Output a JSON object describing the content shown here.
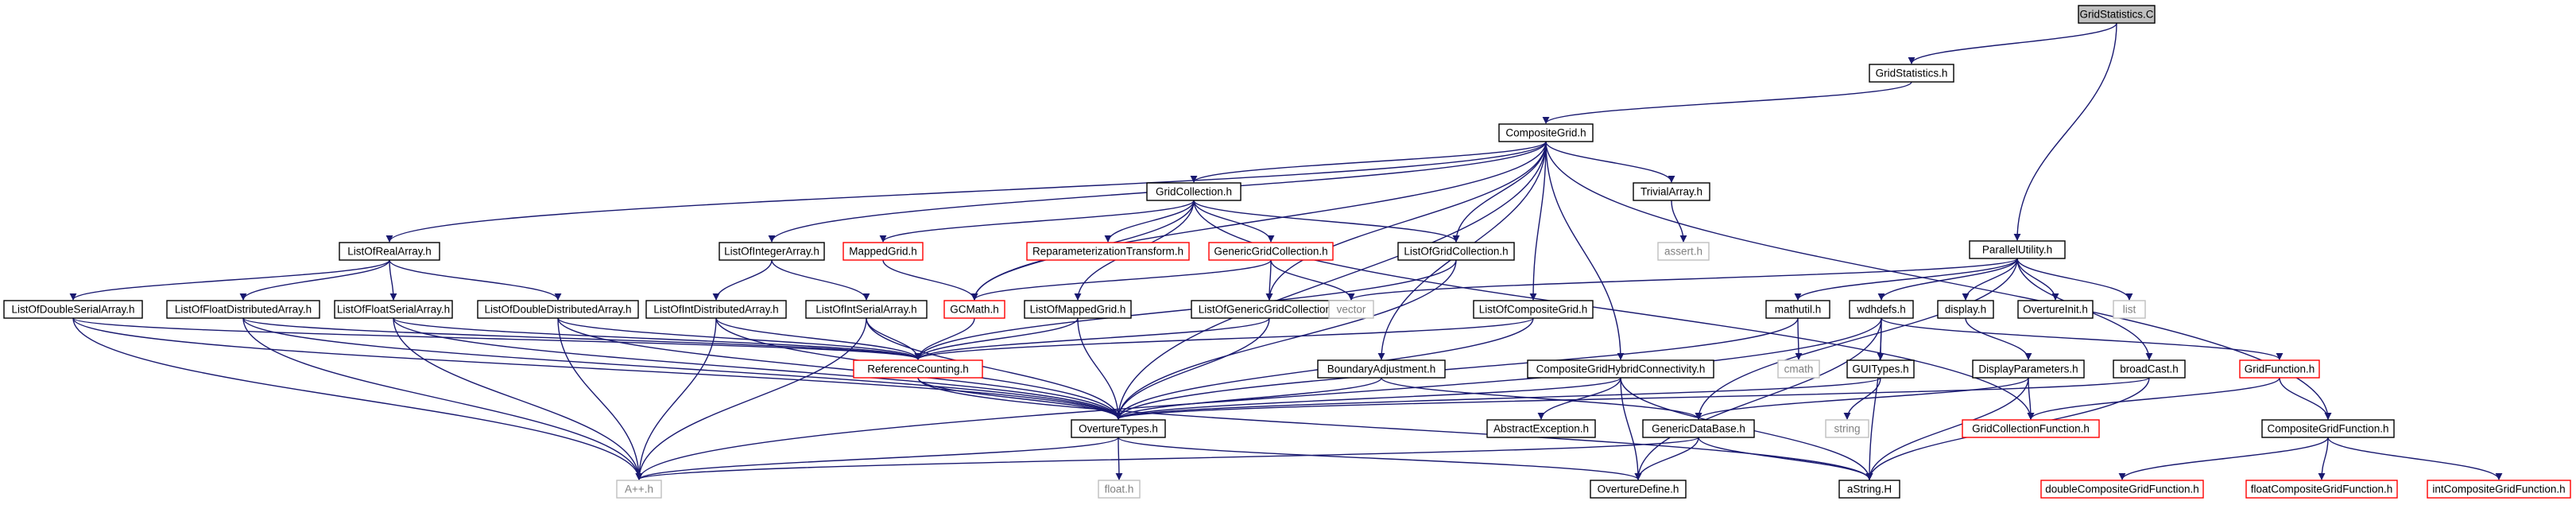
{
  "colors": {
    "edge": "#191970",
    "root_fill": "#bfbfbf",
    "node_stroke_normal": "#000000",
    "node_stroke_truncated": "#ff0000",
    "node_stroke_external": "#bfbfbf",
    "text_normal": "#000000",
    "text_external": "#808080"
  },
  "nodes": [
    {
      "id": "root",
      "label": "GridStatistics.C",
      "kind": "root"
    },
    {
      "id": "gs_h",
      "label": "GridStatistics.h",
      "kind": "normal"
    },
    {
      "id": "cg_h",
      "label": "CompositeGrid.h",
      "kind": "normal"
    },
    {
      "id": "pu_h",
      "label": "ParallelUtility.h",
      "kind": "normal"
    },
    {
      "id": "gc_h",
      "label": "GridCollection.h",
      "kind": "normal"
    },
    {
      "id": "ta_h",
      "label": "TrivialArray.h",
      "kind": "normal"
    },
    {
      "id": "assert_h",
      "label": "assert.h",
      "kind": "external"
    },
    {
      "id": "lora_h",
      "label": "ListOfRealArray.h",
      "kind": "normal"
    },
    {
      "id": "loia_h",
      "label": "ListOfIntegerArray.h",
      "kind": "normal"
    },
    {
      "id": "mg_h",
      "label": "MappedGrid.h",
      "kind": "truncated"
    },
    {
      "id": "rt_h",
      "label": "ReparameterizationTransform.h",
      "kind": "truncated"
    },
    {
      "id": "ggc_h",
      "label": "GenericGridCollection.h",
      "kind": "truncated"
    },
    {
      "id": "logc_h",
      "label": "ListOfGridCollection.h",
      "kind": "normal"
    },
    {
      "id": "lodsa_h",
      "label": "ListOfDoubleSerialArray.h",
      "kind": "normal"
    },
    {
      "id": "lofda_h",
      "label": "ListOfFloatDistributedArray.h",
      "kind": "normal"
    },
    {
      "id": "lofsa_h",
      "label": "ListOfFloatSerialArray.h",
      "kind": "normal"
    },
    {
      "id": "lodda_h",
      "label": "ListOfDoubleDistributedArray.h",
      "kind": "normal"
    },
    {
      "id": "loida_h",
      "label": "ListOfIntDistributedArray.h",
      "kind": "normal"
    },
    {
      "id": "loisa_h",
      "label": "ListOfIntSerialArray.h",
      "kind": "normal"
    },
    {
      "id": "gcmath_h",
      "label": "GCMath.h",
      "kind": "truncated"
    },
    {
      "id": "lomg_h",
      "label": "ListOfMappedGrid.h",
      "kind": "normal"
    },
    {
      "id": "loggc_h",
      "label": "ListOfGenericGridCollection.h",
      "kind": "normal"
    },
    {
      "id": "vector",
      "label": "vector",
      "kind": "external"
    },
    {
      "id": "locg_h",
      "label": "ListOfCompositeGrid.h",
      "kind": "normal"
    },
    {
      "id": "mathutil_h",
      "label": "mathutil.h",
      "kind": "normal"
    },
    {
      "id": "wdhdefs_h",
      "label": "wdhdefs.h",
      "kind": "normal"
    },
    {
      "id": "display_h",
      "label": "display.h",
      "kind": "normal"
    },
    {
      "id": "oi_h",
      "label": "OvertureInit.h",
      "kind": "normal"
    },
    {
      "id": "list",
      "label": "list",
      "kind": "external"
    },
    {
      "id": "rc_h",
      "label": "ReferenceCounting.h",
      "kind": "truncated"
    },
    {
      "id": "ba_h",
      "label": "BoundaryAdjustment.h",
      "kind": "normal"
    },
    {
      "id": "cghc_h",
      "label": "CompositeGridHybridConnectivity.h",
      "kind": "normal"
    },
    {
      "id": "cmath",
      "label": "cmath",
      "kind": "external"
    },
    {
      "id": "guit_h",
      "label": "GUITypes.h",
      "kind": "normal"
    },
    {
      "id": "dp_h",
      "label": "DisplayParameters.h",
      "kind": "normal"
    },
    {
      "id": "bc_h",
      "label": "broadCast.h",
      "kind": "normal"
    },
    {
      "id": "gf_h",
      "label": "GridFunction.h",
      "kind": "truncated"
    },
    {
      "id": "ot_h",
      "label": "OvertureTypes.h",
      "kind": "normal"
    },
    {
      "id": "ae_h",
      "label": "AbstractException.h",
      "kind": "normal"
    },
    {
      "id": "gdb_h",
      "label": "GenericDataBase.h",
      "kind": "normal"
    },
    {
      "id": "string",
      "label": "string",
      "kind": "external"
    },
    {
      "id": "gcf_h",
      "label": "GridCollectionFunction.h",
      "kind": "truncated"
    },
    {
      "id": "cgf_h",
      "label": "CompositeGridFunction.h",
      "kind": "normal"
    },
    {
      "id": "app_h",
      "label": "A++.h",
      "kind": "external"
    },
    {
      "id": "float_h",
      "label": "float.h",
      "kind": "external"
    },
    {
      "id": "od_h",
      "label": "OvertureDefine.h",
      "kind": "normal"
    },
    {
      "id": "astring_h",
      "label": "aString.H",
      "kind": "normal"
    },
    {
      "id": "dcgf_h",
      "label": "doubleCompositeGridFunction.h",
      "kind": "truncated"
    },
    {
      "id": "fcgf_h",
      "label": "floatCompositeGridFunction.h",
      "kind": "truncated"
    },
    {
      "id": "icgf_h",
      "label": "intCompositeGridFunction.h",
      "kind": "truncated"
    }
  ],
  "edges": [
    [
      "root",
      "gs_h"
    ],
    [
      "root",
      "pu_h"
    ],
    [
      "gs_h",
      "cg_h"
    ],
    [
      "cg_h",
      "gc_h"
    ],
    [
      "cg_h",
      "ta_h"
    ],
    [
      "cg_h",
      "lora_h"
    ],
    [
      "cg_h",
      "loia_h"
    ],
    [
      "cg_h",
      "logc_h"
    ],
    [
      "cg_h",
      "loggc_h"
    ],
    [
      "cg_h",
      "locg_h"
    ],
    [
      "cg_h",
      "ba_h"
    ],
    [
      "cg_h",
      "cghc_h"
    ],
    [
      "cg_h",
      "cgf_h"
    ],
    [
      "cg_h",
      "gcmath_h"
    ],
    [
      "cg_h",
      "ot_h"
    ],
    [
      "ta_h",
      "assert_h"
    ],
    [
      "gc_h",
      "mg_h"
    ],
    [
      "gc_h",
      "rt_h"
    ],
    [
      "gc_h",
      "ggc_h"
    ],
    [
      "gc_h",
      "logc_h"
    ],
    [
      "gc_h",
      "gcmath_h"
    ],
    [
      "gc_h",
      "lomg_h"
    ],
    [
      "gc_h",
      "gcf_h"
    ],
    [
      "mg_h",
      "gcmath_h"
    ],
    [
      "ggc_h",
      "gcmath_h"
    ],
    [
      "ggc_h",
      "loggc_h"
    ],
    [
      "ggc_h",
      "vector"
    ],
    [
      "logc_h",
      "ot_h"
    ],
    [
      "logc_h",
      "rc_h"
    ],
    [
      "lora_h",
      "lodsa_h"
    ],
    [
      "lora_h",
      "lofda_h"
    ],
    [
      "lora_h",
      "lofsa_h"
    ],
    [
      "lora_h",
      "lodda_h"
    ],
    [
      "loia_h",
      "loida_h"
    ],
    [
      "loia_h",
      "loisa_h"
    ],
    [
      "lodsa_h",
      "rc_h"
    ],
    [
      "lodsa_h",
      "ot_h"
    ],
    [
      "lodsa_h",
      "app_h"
    ],
    [
      "lofda_h",
      "rc_h"
    ],
    [
      "lofda_h",
      "ot_h"
    ],
    [
      "lofda_h",
      "app_h"
    ],
    [
      "lofsa_h",
      "rc_h"
    ],
    [
      "lofsa_h",
      "ot_h"
    ],
    [
      "lofsa_h",
      "app_h"
    ],
    [
      "lodda_h",
      "rc_h"
    ],
    [
      "lodda_h",
      "ot_h"
    ],
    [
      "lodda_h",
      "app_h"
    ],
    [
      "loida_h",
      "rc_h"
    ],
    [
      "loida_h",
      "ot_h"
    ],
    [
      "loida_h",
      "app_h"
    ],
    [
      "loisa_h",
      "rc_h"
    ],
    [
      "loisa_h",
      "ot_h"
    ],
    [
      "loisa_h",
      "app_h"
    ],
    [
      "gcmath_h",
      "rc_h"
    ],
    [
      "lomg_h",
      "ot_h"
    ],
    [
      "lomg_h",
      "rc_h"
    ],
    [
      "loggc_h",
      "ot_h"
    ],
    [
      "loggc_h",
      "rc_h"
    ],
    [
      "locg_h",
      "ot_h"
    ],
    [
      "locg_h",
      "rc_h"
    ],
    [
      "pu_h",
      "vector"
    ],
    [
      "pu_h",
      "mathutil_h"
    ],
    [
      "pu_h",
      "wdhdefs_h"
    ],
    [
      "pu_h",
      "display_h"
    ],
    [
      "pu_h",
      "oi_h"
    ],
    [
      "pu_h",
      "list"
    ],
    [
      "pu_h",
      "bc_h"
    ],
    [
      "pu_h",
      "gdb_h"
    ],
    [
      "mathutil_h",
      "cmath"
    ],
    [
      "mathutil_h",
      "ot_h"
    ],
    [
      "wdhdefs_h",
      "guit_h"
    ],
    [
      "wdhdefs_h",
      "gf_h"
    ],
    [
      "wdhdefs_h",
      "od_h"
    ],
    [
      "wdhdefs_h",
      "app_h"
    ],
    [
      "wdhdefs_h",
      "astring_h"
    ],
    [
      "display_h",
      "dp_h"
    ],
    [
      "dp_h",
      "gdb_h"
    ],
    [
      "dp_h",
      "gcf_h"
    ],
    [
      "dp_h",
      "astring_h"
    ],
    [
      "bc_h",
      "ot_h"
    ],
    [
      "bc_h",
      "astring_h"
    ],
    [
      "gf_h",
      "gcf_h"
    ],
    [
      "gf_h",
      "cgf_h"
    ],
    [
      "guit_h",
      "ot_h"
    ],
    [
      "guit_h",
      "string"
    ],
    [
      "ba_h",
      "ot_h"
    ],
    [
      "ba_h",
      "gdb_h"
    ],
    [
      "cghc_h",
      "ot_h"
    ],
    [
      "cghc_h",
      "ae_h"
    ],
    [
      "cghc_h",
      "od_h"
    ],
    [
      "cghc_h",
      "astring_h"
    ],
    [
      "rc_h",
      "ot_h"
    ],
    [
      "rc_h",
      "astring_h"
    ],
    [
      "gdb_h",
      "od_h"
    ],
    [
      "gdb_h",
      "app_h"
    ],
    [
      "gdb_h",
      "astring_h"
    ],
    [
      "ot_h",
      "app_h"
    ],
    [
      "ot_h",
      "float_h"
    ],
    [
      "ot_h",
      "od_h"
    ],
    [
      "cgf_h",
      "dcgf_h"
    ],
    [
      "cgf_h",
      "fcgf_h"
    ],
    [
      "cgf_h",
      "icgf_h"
    ]
  ]
}
